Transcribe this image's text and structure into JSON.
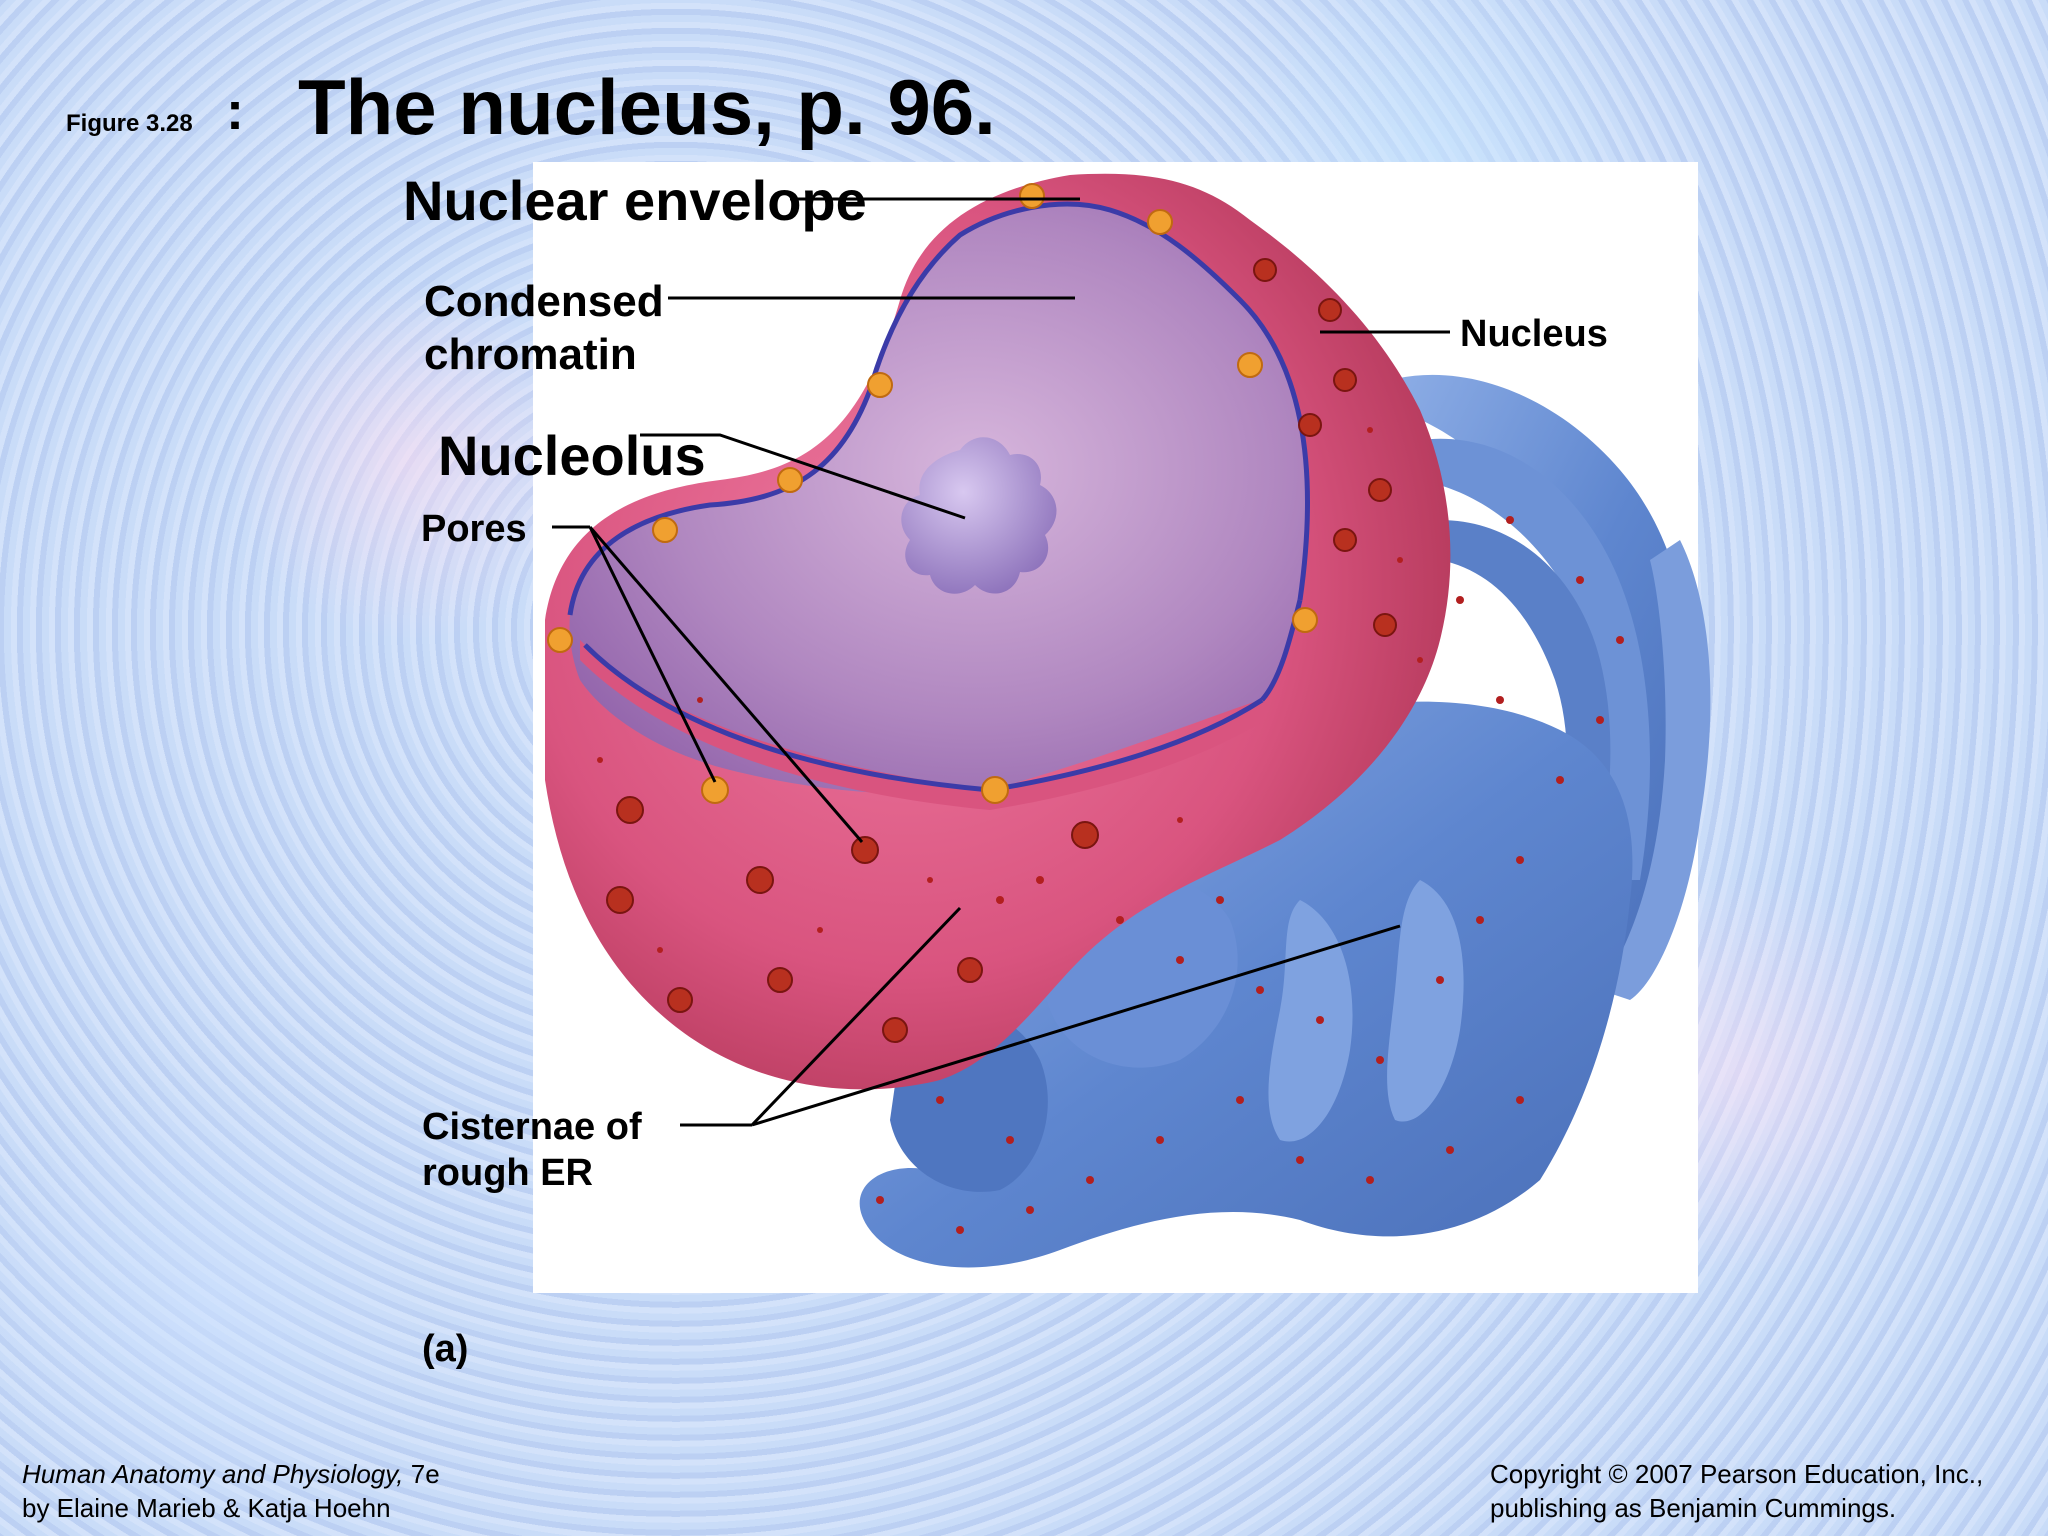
{
  "figure": {
    "prefix": "Figure 3.28",
    "colon": ":",
    "title": "The nucleus, p. 96."
  },
  "labels": {
    "nuclear_envelope": "Nuclear envelope",
    "condensed_chromatin": "Condensed chromatin",
    "nucleolus": "Nucleolus",
    "pores": "Pores",
    "nucleus": "Nucleus",
    "cisternae": "Cisternae of rough ER",
    "panel": "(a)"
  },
  "footer": {
    "book_title": "Human Anatomy and Physiology,",
    "edition": " 7e",
    "authors": "by Elaine Marieb & Katja Hoehn",
    "copyright": "Copyright © 2007 Pearson Education, Inc.,",
    "publisher": "publishing as Benjamin Cummings."
  },
  "colors": {
    "nucleus_outer": "#d9547f",
    "nucleus_interior": "#a779b8",
    "nucleolus": "#9b7fc4",
    "er": "#5e86cf",
    "ribosome": "#b21f1f",
    "pore": "#f0a030"
  }
}
